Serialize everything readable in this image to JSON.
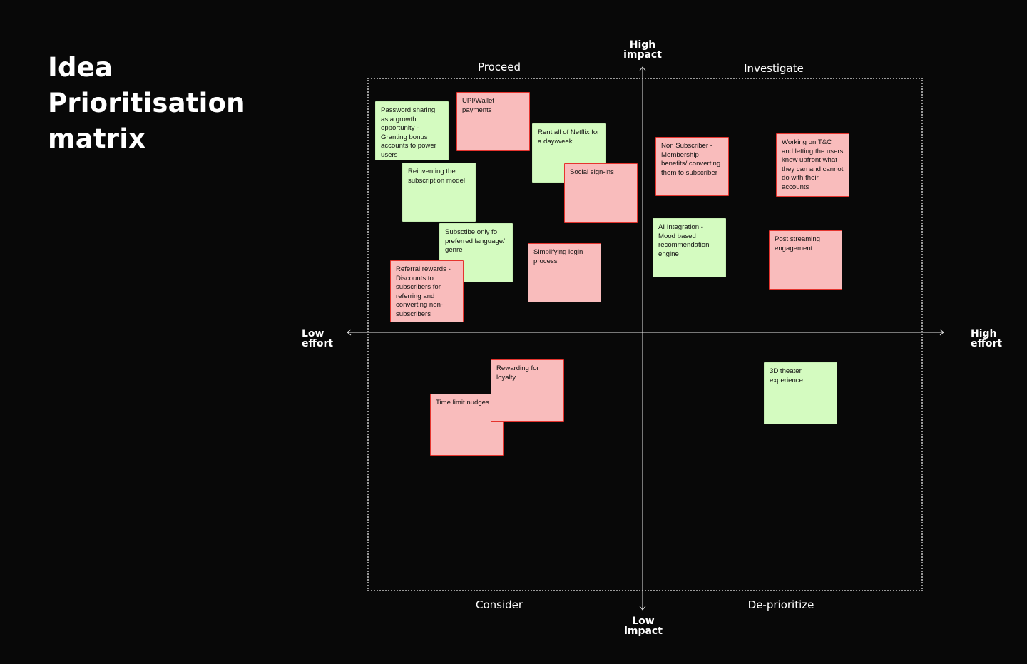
{
  "title": {
    "lines": [
      "Idea",
      "Prioritisation",
      "matrix"
    ]
  },
  "quadrants": {
    "top_left": "Proceed",
    "top_right": "Investigate",
    "bottom_left": "Consider",
    "bottom_right": "De-prioritize"
  },
  "axes": {
    "top": [
      "High",
      "impact"
    ],
    "bottom": [
      "Low",
      "impact"
    ],
    "left": [
      "Low",
      "effort"
    ],
    "right": [
      "High",
      "effort"
    ]
  },
  "colors": {
    "background": "#080808",
    "green_note": "#d4fbc0",
    "pink_note": "#f9bcbc",
    "pink_border": "#e5342e"
  },
  "notes": [
    {
      "text": "Password sharing as a growth opportunity - Granting bonus accounts to power users",
      "color": "green"
    },
    {
      "text": "UPI/Wallet payments",
      "color": "pink"
    },
    {
      "text": "Rent all of Netflix for a day/week",
      "color": "green"
    },
    {
      "text": "Reinventing the subscription model",
      "color": "green"
    },
    {
      "text": "Social sign-ins",
      "color": "pink"
    },
    {
      "text": "Non Subscriber - Membership benefits/ converting them to subscriber",
      "color": "pink"
    },
    {
      "text": "Working on T&C and letting the users know upfront what they can and cannot do with their accounts",
      "color": "pink"
    },
    {
      "text": "AI Integration - Mood based recommendation engine",
      "color": "green"
    },
    {
      "text": "Post streaming engagement",
      "color": "pink"
    },
    {
      "text": "Subsctibe only fo preferred language/ genre",
      "color": "green"
    },
    {
      "text": "Simplifying login process",
      "color": "pink"
    },
    {
      "text": "Referral rewards - Discounts to subscribers for referring and converting non-subscribers",
      "color": "pink"
    },
    {
      "text": "Rewarding for loyalty",
      "color": "pink"
    },
    {
      "text": "Time limit nudges",
      "color": "pink"
    },
    {
      "text": "3D theater experience",
      "color": "green"
    }
  ]
}
